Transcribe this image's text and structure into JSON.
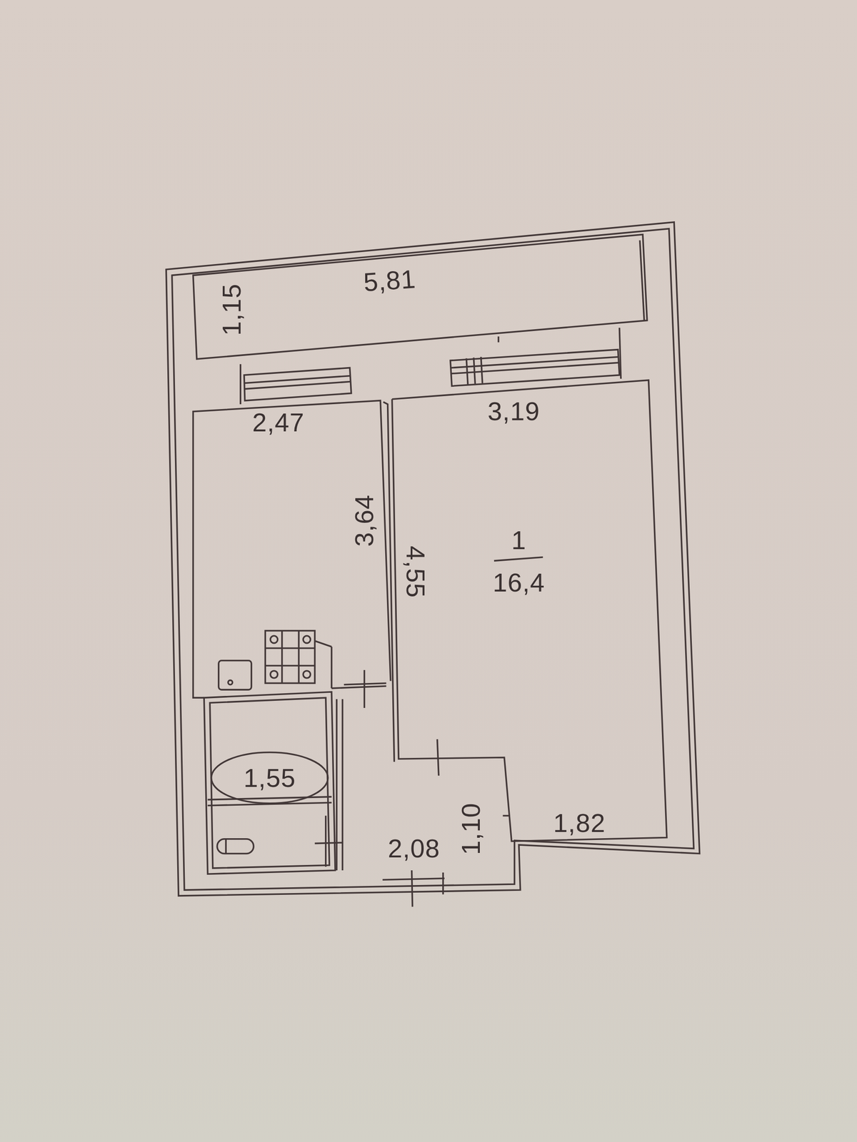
{
  "diagram": {
    "labels": [
      "1,15",
      "5,81",
      "2,47",
      "3,19",
      "3,64",
      "4,55",
      "1",
      "16,4",
      "1,55",
      "2,08",
      "1,10",
      "1,82"
    ]
  }
}
